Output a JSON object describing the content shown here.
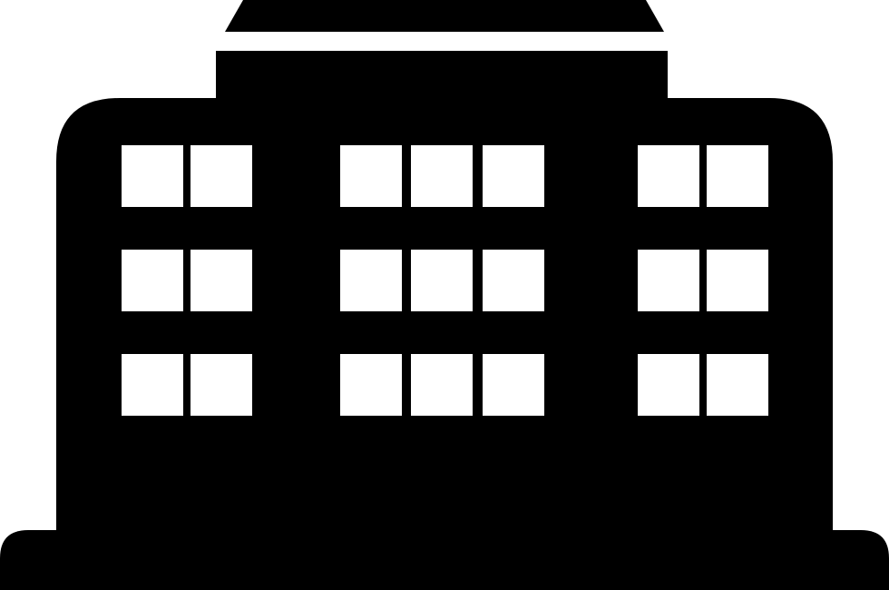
{
  "icon": {
    "name": "office-building-icon",
    "fill_color": "#000000",
    "window_color": "#ffffff",
    "background_color": "#ffffff",
    "window_rows": 3,
    "window_groups": [
      2,
      3,
      2
    ]
  }
}
